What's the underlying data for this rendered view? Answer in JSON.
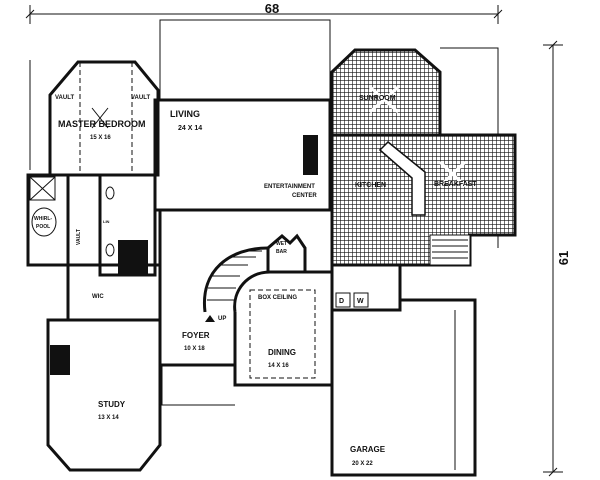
{
  "dimensions": {
    "width": "68",
    "depth": "61"
  },
  "rooms": {
    "living": {
      "name": "LIVING",
      "size": "24 X 14"
    },
    "master_bedroom": {
      "name": "MASTER BEDROOM",
      "size": "15 X 16"
    },
    "sunroom": {
      "name": "SUNROOM"
    },
    "kitchen": {
      "name": "KITCHEN"
    },
    "breakfast": {
      "name": "BREAKFAST"
    },
    "foyer": {
      "name": "FOYER",
      "size": "10 X 18"
    },
    "dining": {
      "name": "DINING",
      "size": "14 X 16"
    },
    "study": {
      "name": "STUDY",
      "size": "13 X 14"
    },
    "garage": {
      "name": "GARAGE",
      "size": "20 X 22"
    },
    "wic": {
      "name": "WIC"
    },
    "whirlpool": {
      "name_line1": "WHIRL-",
      "name_line2": "POOL"
    },
    "wet_bar": {
      "line1": "WET",
      "line2": "BAR"
    }
  },
  "annotations": {
    "vault": "VAULT",
    "entertainment_line1": "ENTERTAINMENT",
    "entertainment_line2": "CENTER",
    "box_ceiling": "BOX CEILING",
    "up": "UP",
    "dryer": "D",
    "washer": "W",
    "linen": "LIN"
  },
  "colors": {
    "ink": "#111111",
    "background": "#ffffff"
  }
}
